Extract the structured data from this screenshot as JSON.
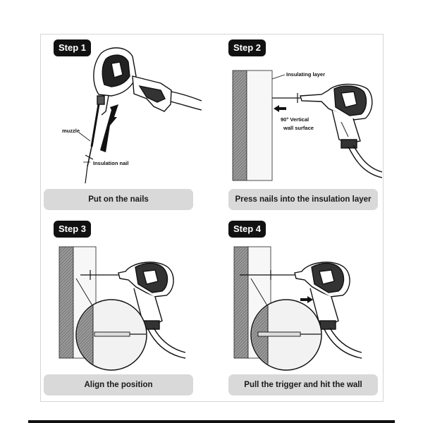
{
  "steps": [
    {
      "badge": "Step 1",
      "caption": "Put on the nails",
      "labels": {
        "muzzle": "muzzle",
        "nail": "Insulation nail"
      }
    },
    {
      "badge": "Step 2",
      "caption": "Press nails into the insulation layer",
      "labels": {
        "layer": "Insulating layer",
        "vertical_1": "90° Vertical",
        "vertical_2": "wall surface"
      }
    },
    {
      "badge": "Step 3",
      "caption": "Align the position"
    },
    {
      "badge": "Step 4",
      "caption": "Pull the trigger and hit the wall"
    }
  ]
}
